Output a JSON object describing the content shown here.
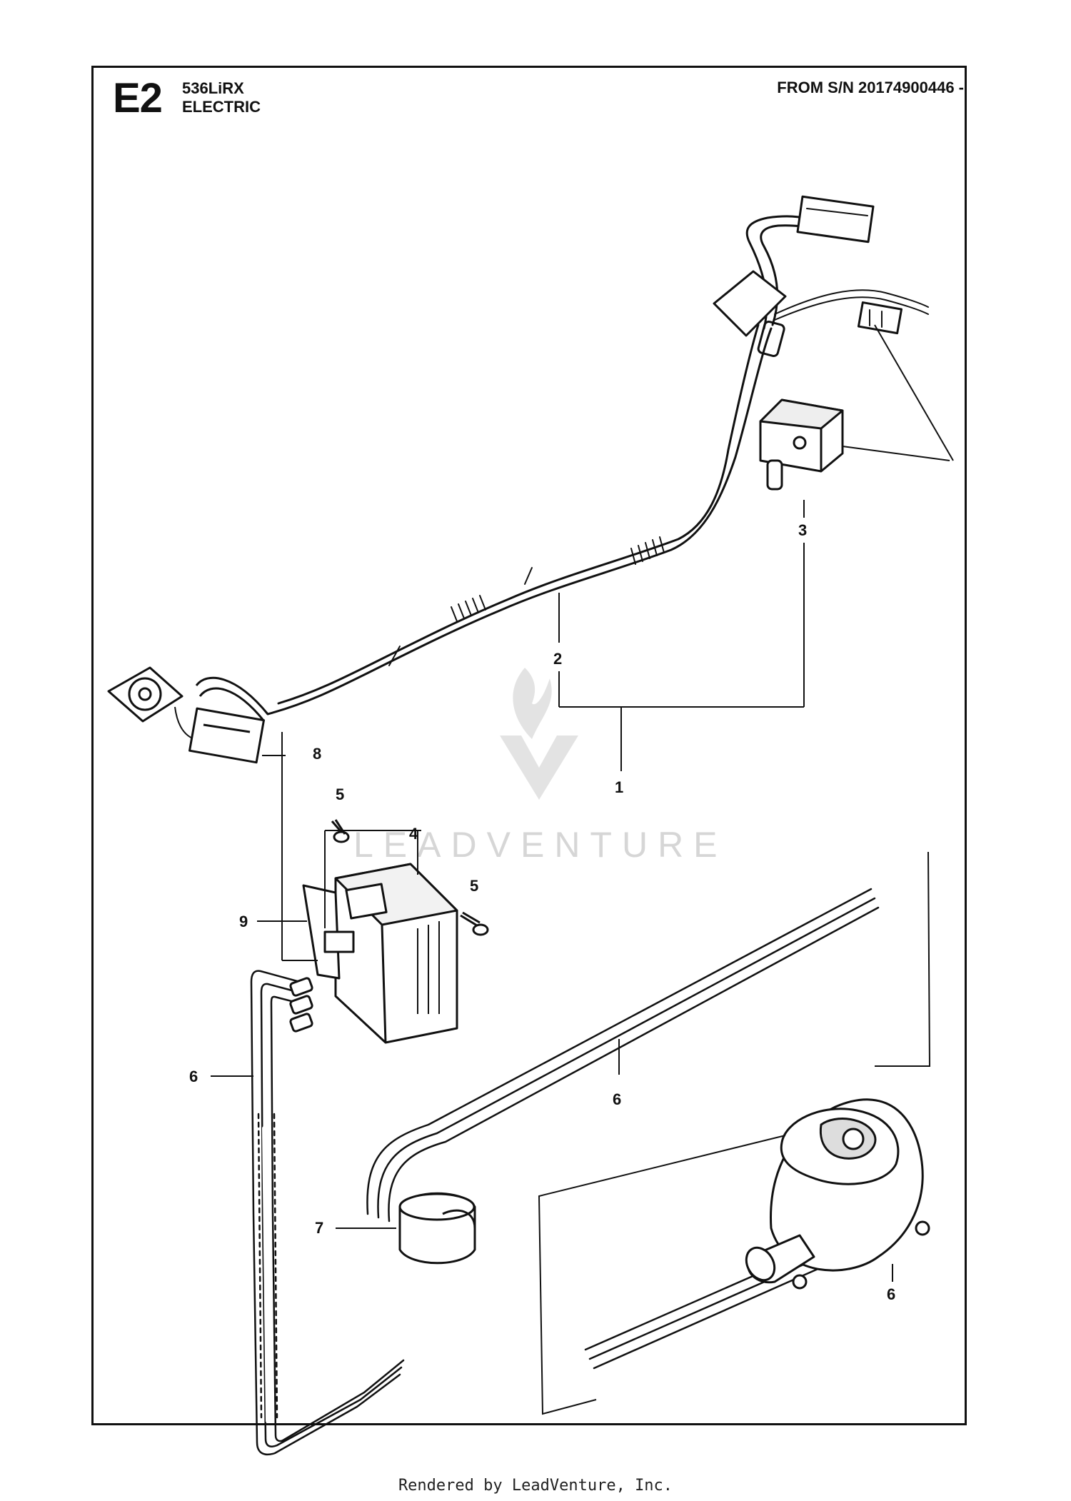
{
  "header": {
    "section_code": "E2",
    "model": "536LiRX",
    "section_name": "ELECTRIC",
    "serial_range": "FROM S/N 20174900446 -"
  },
  "watermark": {
    "text": "LEADVENTURE"
  },
  "callouts": {
    "c1": "1",
    "c2": "2",
    "c3": "3",
    "c4": "4",
    "c5a": "5",
    "c5b": "5",
    "c6a": "6",
    "c6b": "6",
    "c6c": "6",
    "c7": "7",
    "c8": "8",
    "c9": "9"
  },
  "footer": {
    "text": "Rendered by LeadVenture, Inc."
  },
  "colors": {
    "line": "#111111",
    "watermark": "#d6d6d6",
    "background": "#ffffff"
  }
}
